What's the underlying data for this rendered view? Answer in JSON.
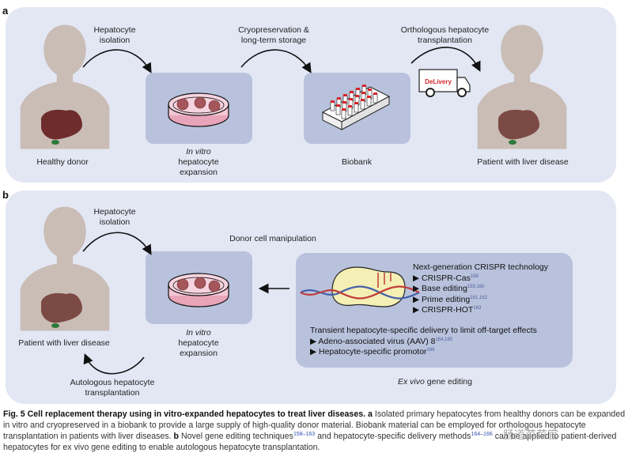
{
  "panel_a": {
    "label": "a",
    "step1": "Hepatocyte\nisolation",
    "step2": "Cryopreservation &\nlong-term storage",
    "step3": "Orthologous hepatocyte\ntransplantation",
    "healthy_donor": "Healthy donor",
    "in_vitro": "In vitro",
    "expansion": "hepatocyte\nexpansion",
    "biobank": "Biobank",
    "patient": "Patient with liver disease",
    "truck_text": "DeLivery"
  },
  "panel_b": {
    "label": "b",
    "step1": "Hepatocyte\nisolation",
    "manipulation": "Donor cell manipulation",
    "patient": "Patient with liver disease",
    "in_vitro": "In vitro",
    "expansion": "hepatocyte\nexpansion",
    "return_step": "Autologous hepatocyte\ntransplantation",
    "ex_vivo": "Ex vivo",
    "gene_editing": " gene editing",
    "crispr_title": "Next-generation CRISPR technology",
    "crispr_items": [
      {
        "text": "▶ CRISPR-Cas",
        "ref": "158"
      },
      {
        "text": "▶ Base editing",
        "ref": "159,160"
      },
      {
        "text": "▶ Prime editing",
        "ref": "161,162"
      },
      {
        "text": "▶ CRISPR-HOT",
        "ref": "163"
      }
    ],
    "delivery_title": "Transient hepatocyte-specific delivery to limit off-target effects",
    "delivery_items": [
      {
        "text": "▶ Adeno-associated virus (AAV) 8",
        "ref": "164,165"
      },
      {
        "text": "▶ Hepatocyte-specific promotor",
        "ref": "166"
      }
    ]
  },
  "caption": {
    "fig": "Fig. 5",
    "title": "Cell replacement therapy using in vitro-expanded hepatocytes to treat liver diseases.",
    "a_marker": "a",
    "a_text": "Isolated primary hepatocytes from healthy donors can be expanded in vitro and cryopreserved in a biobank to provide a large supply of high-quality donor material. Biobank material can be employed for orthologous hepatocyte transplantation in patients with liver diseases.",
    "b_marker": "b",
    "b_text1": "Novel gene editing techniques",
    "b_ref1": "158–163",
    "b_text2": " and hepatocyte-specific delivery methods",
    "b_ref2": "164–166",
    "b_text3": " can be applied to patient-derived hepatocytes for ex vivo gene editing to enable autologous hepatocyte transplantation."
  },
  "watermark": "肠道菜菜官",
  "colors": {
    "panel": "#e3e7f4",
    "box": "#b8c2dc",
    "person": "#c9bdb6",
    "healthy_liver": "#6e2c2c",
    "diseased_liver": "#7c4a44",
    "dish_fill": "#f3c6d4",
    "truck_brand": "#d9252a"
  }
}
